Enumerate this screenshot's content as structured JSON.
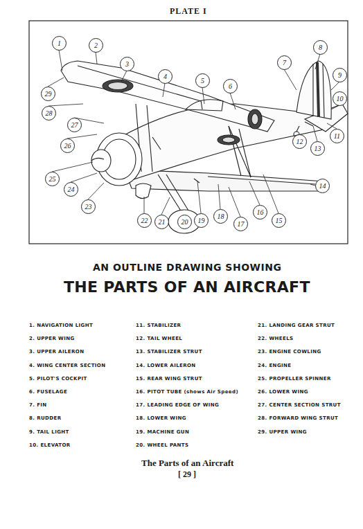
{
  "diagram": {
    "title": "THE PARTS OF AN AIRCRAFT",
    "caption": "The Parts of an Aircraft",
    "labels": [
      "PLATE I",
      "1",
      "2",
      "3",
      "4",
      "5",
      "6",
      "7",
      "8",
      "9",
      "10",
      "11",
      "12",
      "13",
      "14",
      "15",
      "16",
      "17",
      "18",
      "19",
      "20",
      "21",
      "22",
      "23",
      "24",
      "25",
      "26",
      "27",
      "28",
      "29",
      "AN OUTLINE DRAWING SHOWING",
      "1. NAVIGATION LIGHT",
      "2. UPPER WING",
      "3. UPPER AILERON",
      "4. WING CENTER SECTION",
      "5. PILOT'S COCKPIT",
      "6. FUSELAGE",
      "7. FIN",
      "8. RUDDER",
      "9. TAIL LIGHT",
      "10. ELEVATOR",
      "11. STABILIZER",
      "12. TAIL WHEEL",
      "13. STABILIZER STRUT",
      "14. LOWER AILERON",
      "15. REAR WING STRUT",
      "16. PITOT TUBE (shows Air Speed)",
      "17. LEADING EDGE OF WING",
      "18. LOWER WING",
      "19. MACHINE GUN",
      "20. WHEEL PANTS",
      "21. LANDING GEAR STRUT",
      "22. WHEELS",
      "23. ENGINE COWLING",
      "24. ENGINE",
      "25. PROPELLER SPINNER",
      "26. LOWER WING",
      "27. CENTER SECTION STRUT",
      "28. FORWARD WING STRUT",
      "29. UPPER WING",
      "[ 29 ]"
    ]
  }
}
